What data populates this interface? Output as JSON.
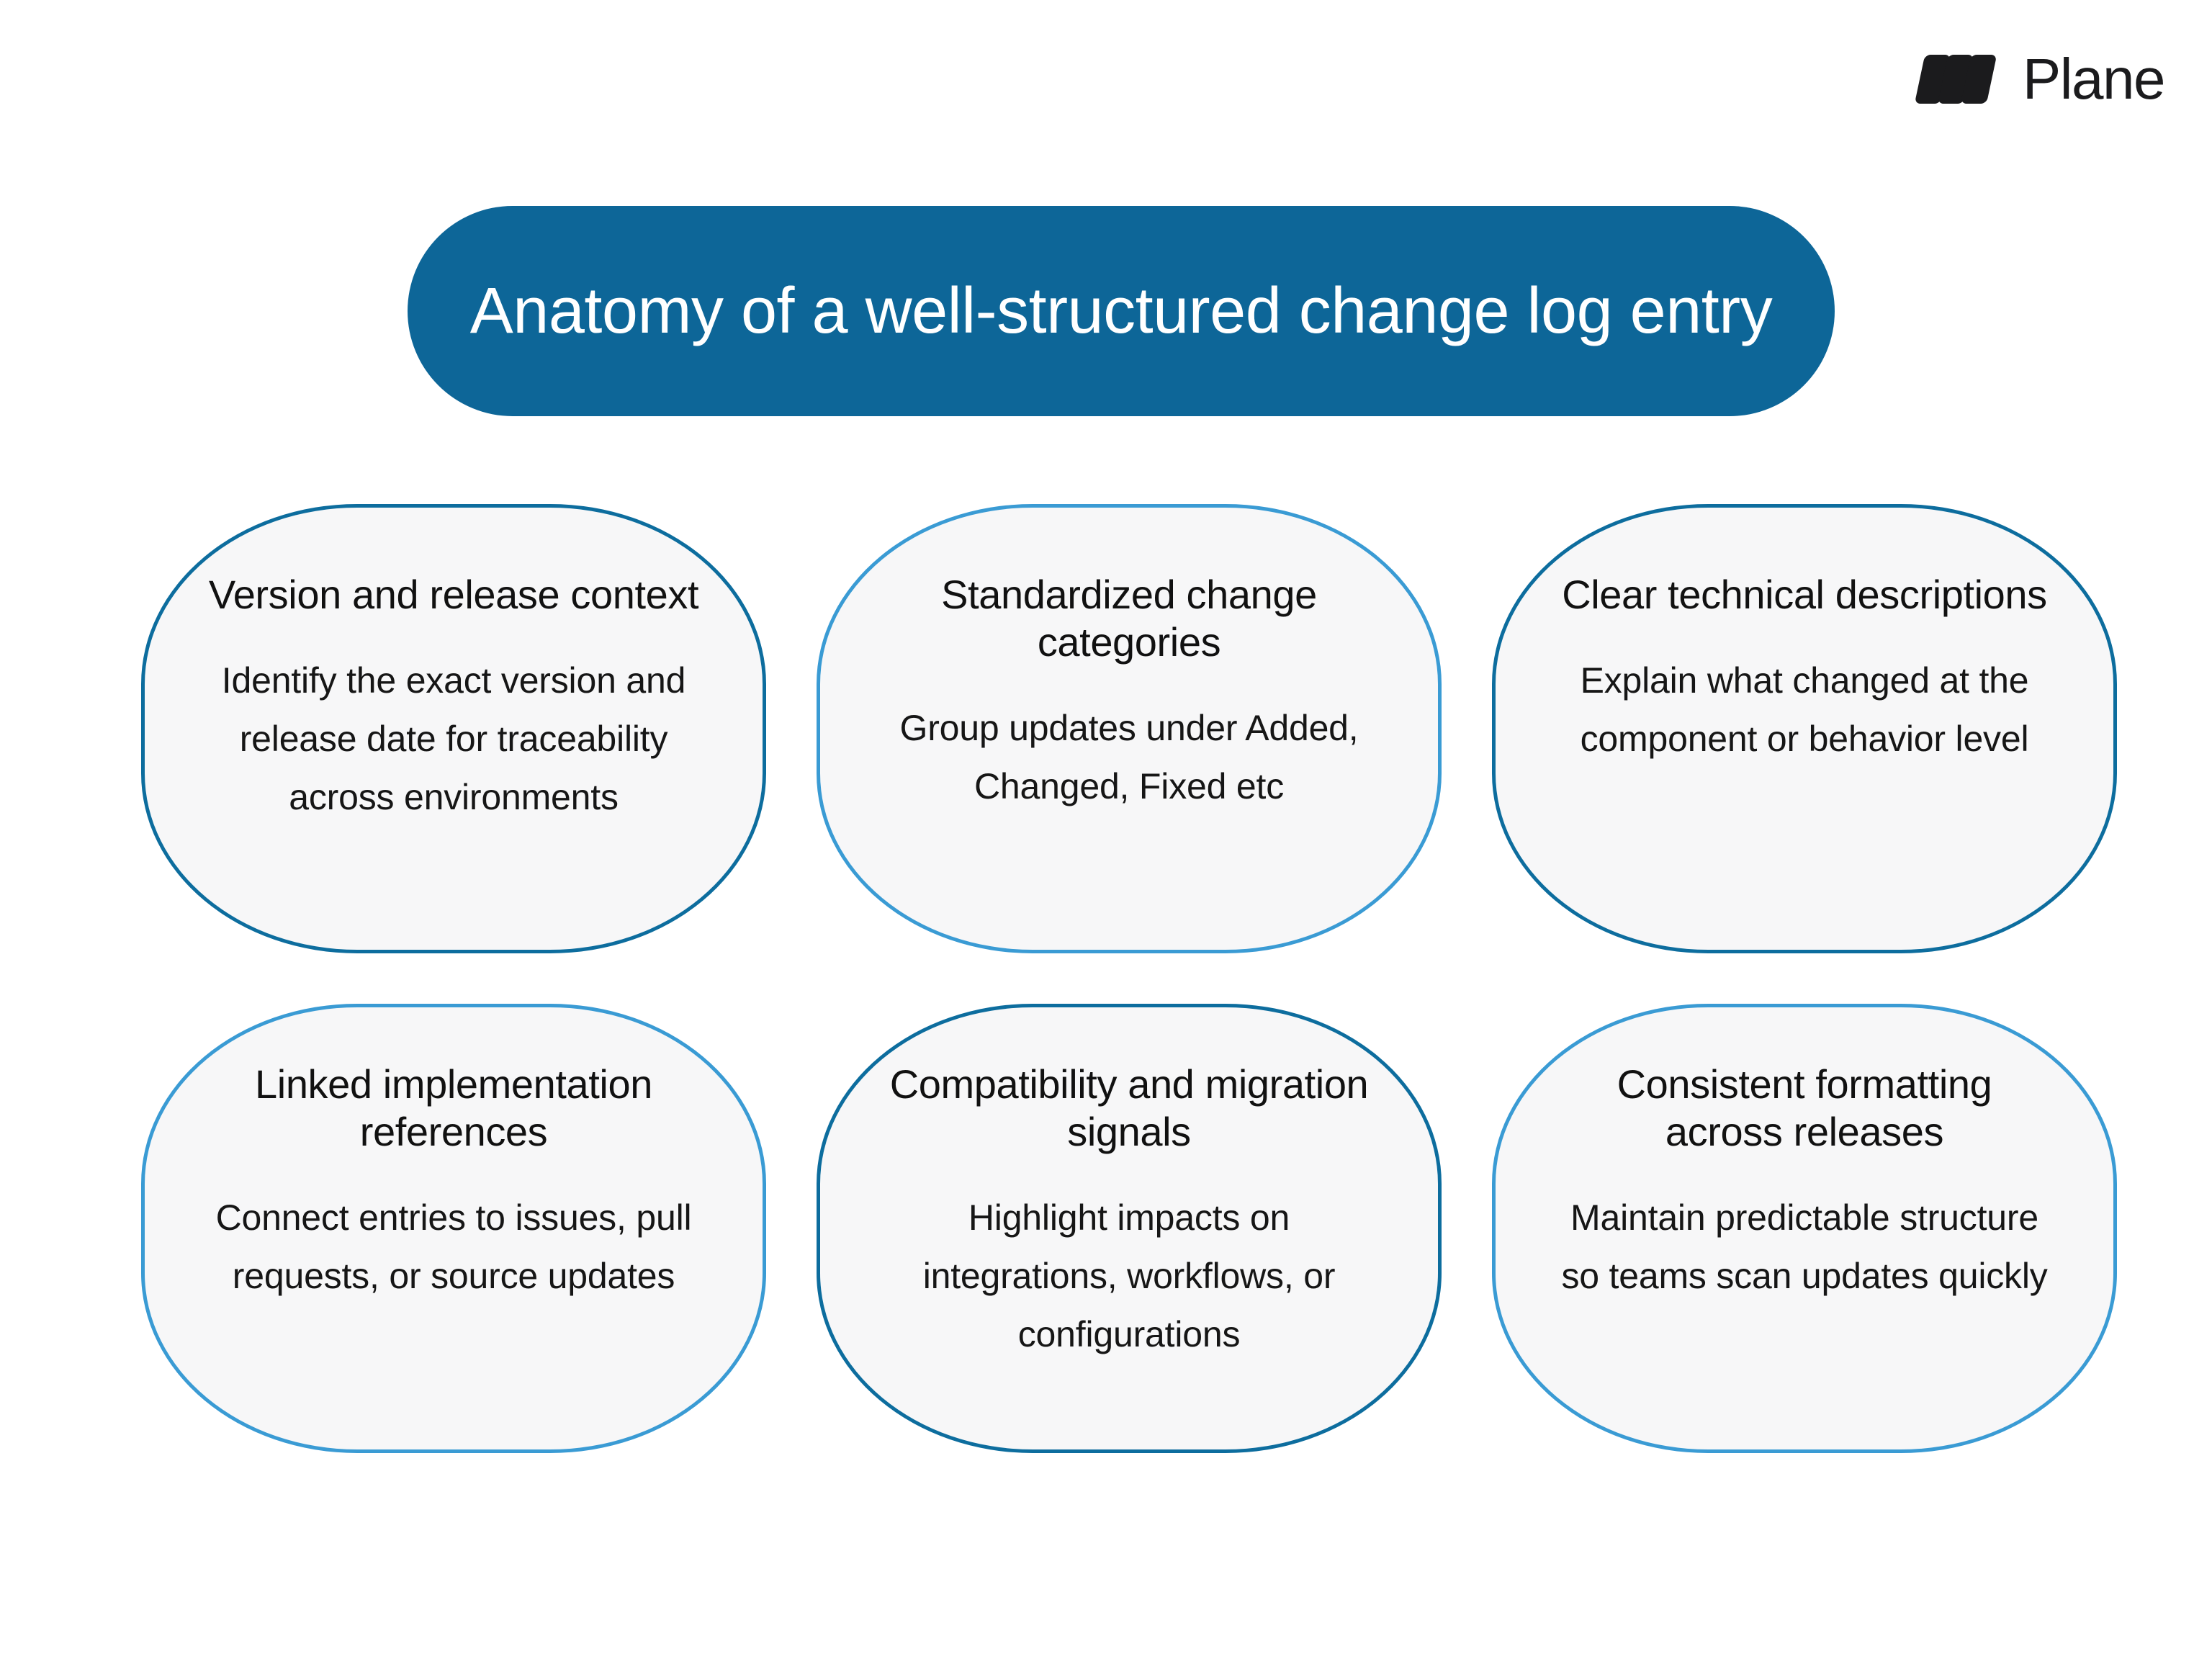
{
  "brand": {
    "logo_icon": "plane-logo-icon",
    "name": "Plane"
  },
  "banner": {
    "title": "Anatomy of a well-structured change log entry",
    "background_color": "#0d6698",
    "text_color": "#ffffff"
  },
  "colors": {
    "accent_dark_blue": "#0d6d9e",
    "accent_light_blue": "#3a9bd4",
    "card_fill": "#f7f7f8",
    "page_background": "#ffffff",
    "text": "#111111"
  },
  "cards": [
    {
      "title": "Version and release context",
      "body": "Identify the exact version and release date for traceability across environments",
      "accent": "dark"
    },
    {
      "title": "Standardized change categories",
      "body": "Group updates under Added, Changed, Fixed etc",
      "accent": "light"
    },
    {
      "title": "Clear technical descriptions",
      "body": "Explain what changed at the component or behavior level",
      "accent": "dark"
    },
    {
      "title": "Linked implementation references",
      "body": "Connect entries to issues, pull requests, or source updates",
      "accent": "light"
    },
    {
      "title": "Compatibility and migration signals",
      "body": "Highlight impacts on integrations, workflows, or configurations",
      "accent": "dark"
    },
    {
      "title": "Consistent formatting across releases",
      "body": "Maintain predictable structure so teams scan updates quickly",
      "accent": "light"
    }
  ]
}
